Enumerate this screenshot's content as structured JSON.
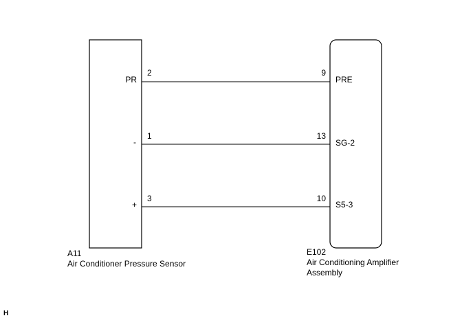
{
  "sensor": {
    "code": "A11",
    "name": "Air Conditioner Pressure Sensor",
    "terminals": [
      {
        "label": "PR",
        "pin": "2"
      },
      {
        "label": "-",
        "pin": "1"
      },
      {
        "label": "+",
        "pin": "3"
      }
    ]
  },
  "amplifier": {
    "code": "E102",
    "name_line1": "Air Conditioning Amplifier",
    "name_line2": "Assembly",
    "terminals": [
      {
        "label": "PRE",
        "pin": "9"
      },
      {
        "label": "SG-2",
        "pin": "13"
      },
      {
        "label": "S5-3",
        "pin": "10"
      }
    ]
  },
  "footer_tag": "H"
}
